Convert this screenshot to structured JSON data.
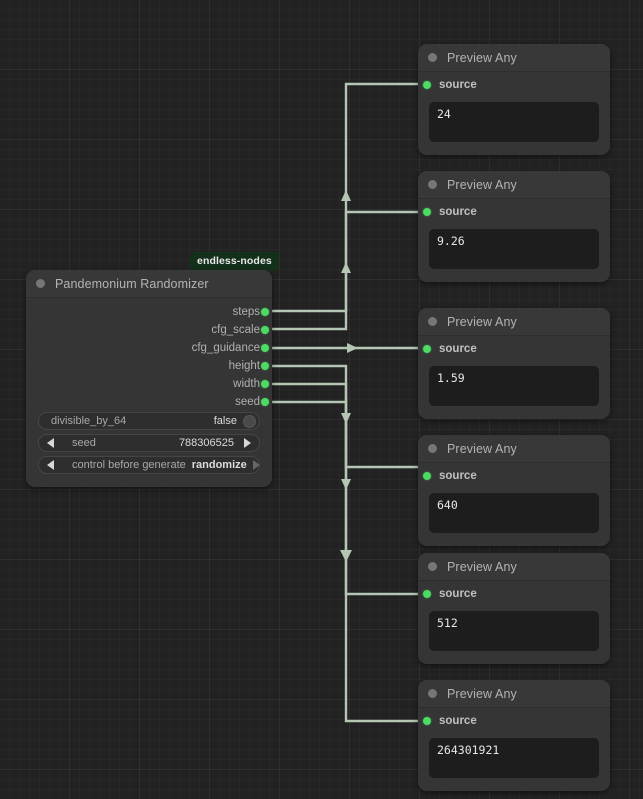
{
  "app": {
    "canvas_background": "#222222",
    "accent_port_color": "#4cdc64",
    "wire_color": "#b6c6b4",
    "node_background": "#353535"
  },
  "randomizer_node": {
    "title": "Pandemonium Randomizer",
    "badge": "endless-nodes",
    "collapse_icon": "circle-dot-icon",
    "outputs": [
      {
        "label": "steps"
      },
      {
        "label": "cfg_scale"
      },
      {
        "label": "cfg_guidance"
      },
      {
        "label": "height"
      },
      {
        "label": "width"
      },
      {
        "label": "seed"
      }
    ],
    "widgets": [
      {
        "type": "toggle",
        "name": "divisible_by_64",
        "value": "false"
      },
      {
        "type": "number",
        "name": "seed",
        "value": "788306525"
      },
      {
        "type": "combo",
        "name": "control before generate",
        "value": "randomize"
      }
    ]
  },
  "preview_nodes": [
    {
      "title": "Preview Any",
      "input_label": "source",
      "value": "24"
    },
    {
      "title": "Preview Any",
      "input_label": "source",
      "value": "9.26"
    },
    {
      "title": "Preview Any",
      "input_label": "source",
      "value": "1.59"
    },
    {
      "title": "Preview Any",
      "input_label": "source",
      "value": "640"
    },
    {
      "title": "Preview Any",
      "input_label": "source",
      "value": "512"
    },
    {
      "title": "Preview Any",
      "input_label": "source",
      "value": "264301921"
    }
  ]
}
